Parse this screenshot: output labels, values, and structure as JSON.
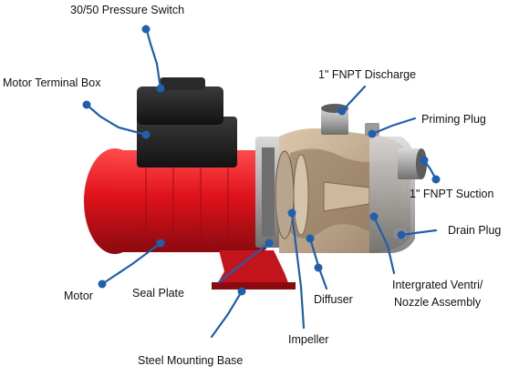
{
  "labels": {
    "pressure_switch": "30/50 Pressure Switch",
    "terminal_box": "Motor Terminal Box",
    "discharge": "1\" FNPT Discharge",
    "priming_plug": "Priming Plug",
    "suction": "1\" FNPT Suction",
    "drain_plug": "Drain Plug",
    "motor": "Motor",
    "seal_plate": "Seal Plate",
    "diffuser": "Diffuser",
    "nozzle_line1": "Intergrated Ventri/",
    "nozzle_line2": "Nozzle Assembly",
    "impeller": "Impeller",
    "mounting_base": "Steel Mounting Base"
  },
  "colors": {
    "callout": "#1f5fae",
    "motor_red": "#e0121b",
    "terminal_black": "#1c1c1c",
    "housing_tan": "#c9b39a",
    "steel": "#a8a8a8"
  }
}
